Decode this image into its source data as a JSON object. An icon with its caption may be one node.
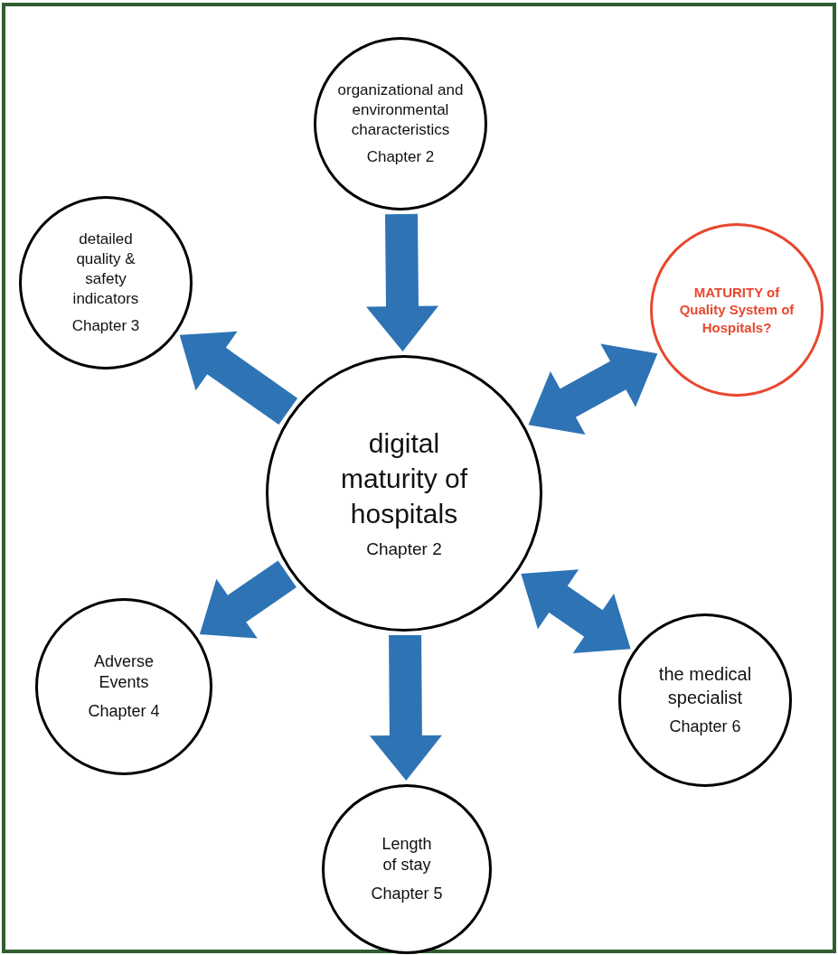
{
  "diagram": {
    "nodes": [
      {
        "text": [
          "digital maturity of hospitals",
          "Chapter 2"
        ]
      },
      {
        "text": [
          "organizational and environmental characteristics",
          "Chapter 2"
        ]
      },
      {
        "text": [
          "detailed quality & safety indicators",
          "Chapter 3"
        ]
      },
      {
        "text": [
          "MATURITY of Quality System of Hospitals?"
        ]
      },
      {
        "text": [
          "Adverse Events",
          "Chapter 4"
        ]
      },
      {
        "text": [
          "Length of stay",
          "Chapter 5"
        ]
      },
      {
        "text": [
          "the medical specialist",
          "Chapter 6"
        ]
      }
    ],
    "edges": [
      {
        "from": 1,
        "to": 0,
        "arrow": "to"
      },
      {
        "from": 0,
        "to": 2,
        "arrow": "to"
      },
      {
        "from": 0,
        "to": 3,
        "arrow": "both"
      },
      {
        "from": 0,
        "to": 4,
        "arrow": "to"
      },
      {
        "from": 0,
        "to": 5,
        "arrow": "to"
      },
      {
        "from": 0,
        "to": 6,
        "arrow": "both"
      }
    ]
  }
}
